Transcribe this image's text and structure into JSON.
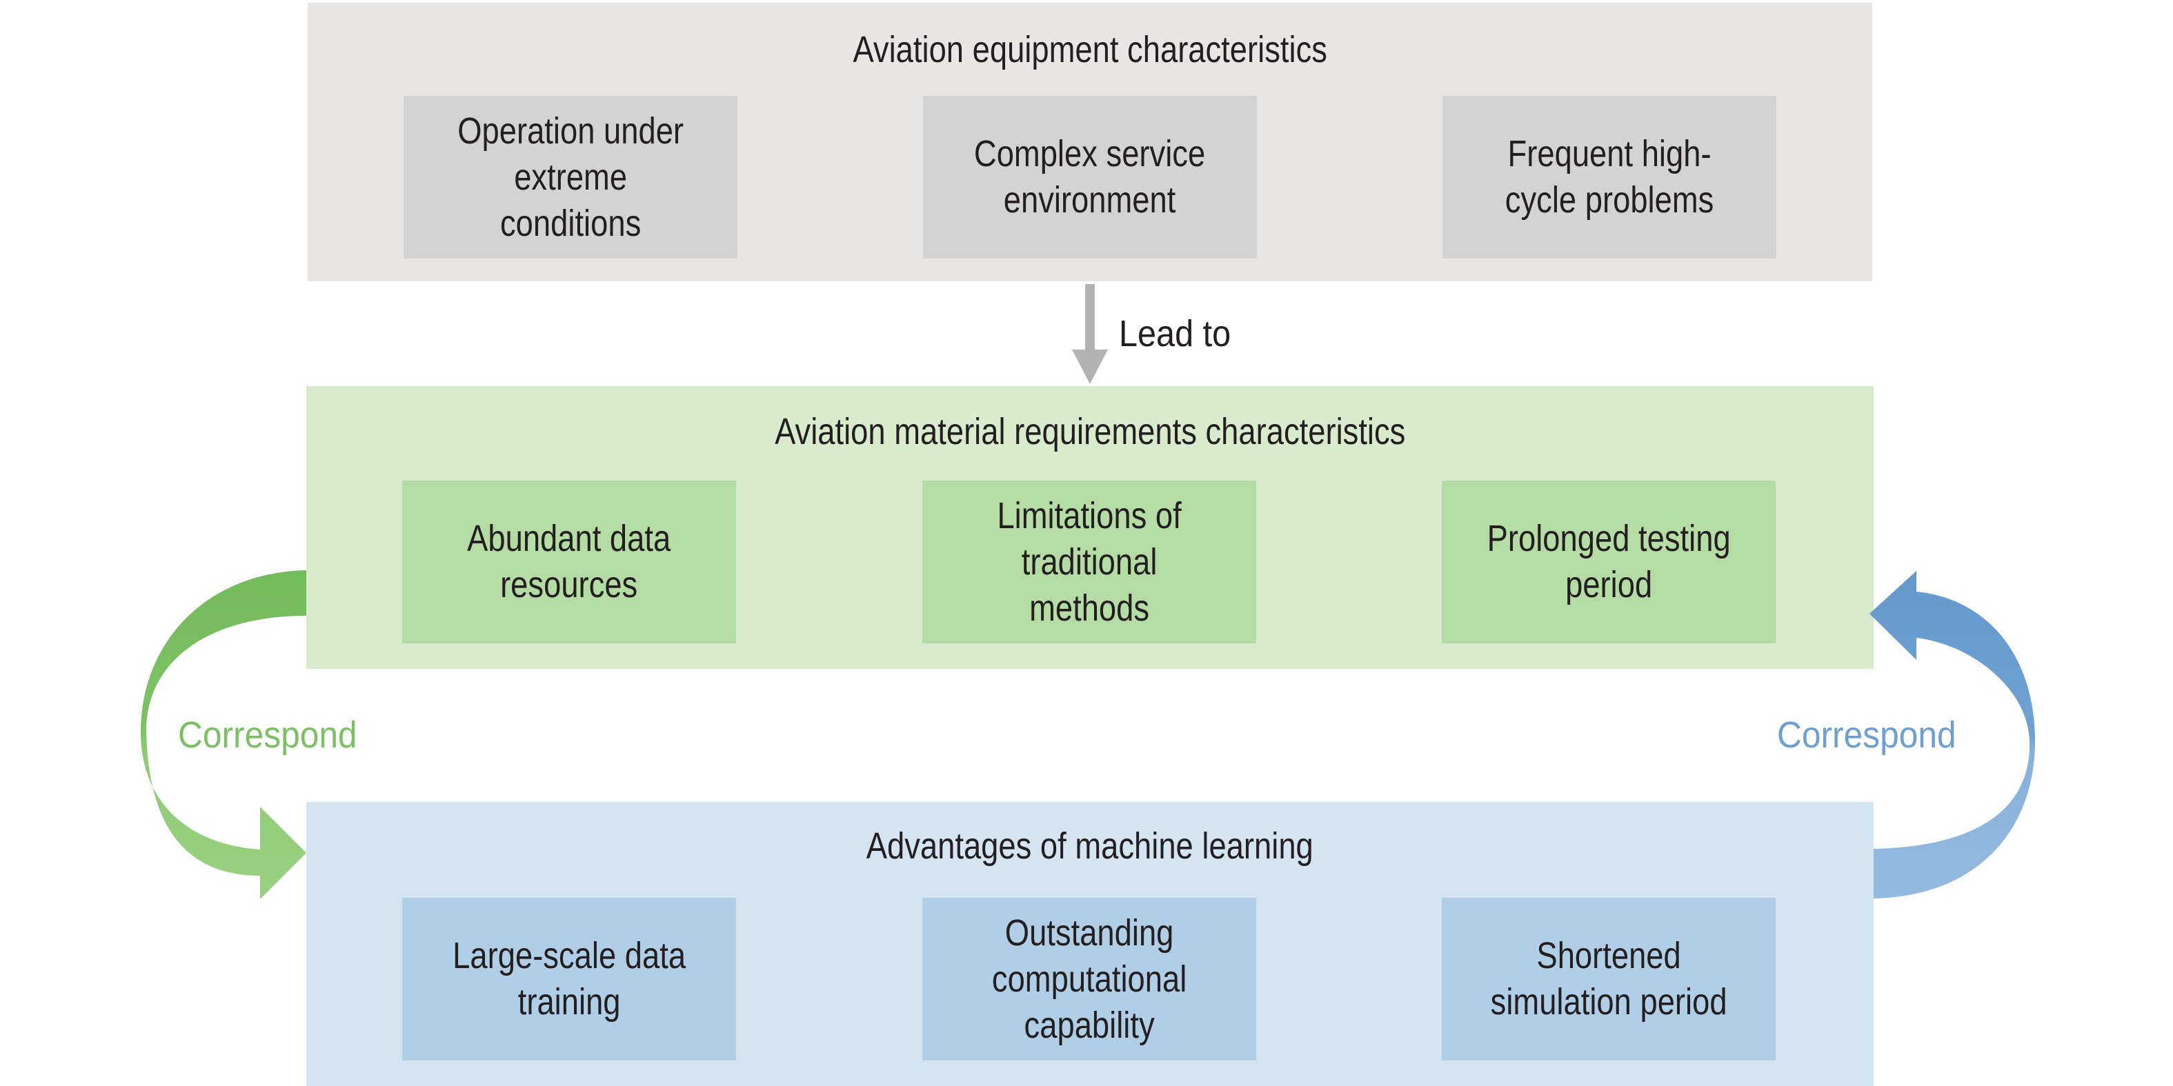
{
  "colors": {
    "gray_panel": "#e7e6e5",
    "gray_card": "#d3d3d3",
    "green_panel": "#d9ebcd",
    "green_card": "#b5dca4",
    "blue_panel": "#d5e4f1",
    "blue_card": "#b0cfe7",
    "text": "#231f20",
    "lead_arrow": "#b3b3b3",
    "green_arrow_top": "#74bb5c",
    "green_arrow_bottom": "#9ad082",
    "blue_arrow_top": "#6699cc",
    "blue_arrow_bottom": "#95badf",
    "green_label": "#7dbf66",
    "blue_label": "#6f9fd0"
  },
  "equipment": {
    "title": "Aviation equipment characteristics",
    "items": [
      {
        "label": "Operation under\nextreme\nconditions"
      },
      {
        "label": "Complex service\nenvironment"
      },
      {
        "label": "Frequent high-\ncycle problems"
      }
    ]
  },
  "lead_to": {
    "label": "Lead to",
    "icon": "down-arrow-icon"
  },
  "material": {
    "title": "Aviation material requirements characteristics",
    "items": [
      {
        "label": "Abundant data\nresources"
      },
      {
        "label": "Limitations of\ntraditional\nmethods"
      },
      {
        "label": "Prolonged testing\nperiod"
      }
    ]
  },
  "machine_learning": {
    "title": "Advantages of machine learning",
    "items": [
      {
        "label": "Large-scale data\ntraining"
      },
      {
        "label": "Outstanding\ncomputational\ncapability"
      },
      {
        "label": "Shortened\nsimulation period"
      }
    ]
  },
  "correspond_left": {
    "label": "Correspond",
    "icon": "curved-arrow-down-icon"
  },
  "correspond_right": {
    "label": "Correspond",
    "icon": "curved-arrow-up-icon"
  }
}
